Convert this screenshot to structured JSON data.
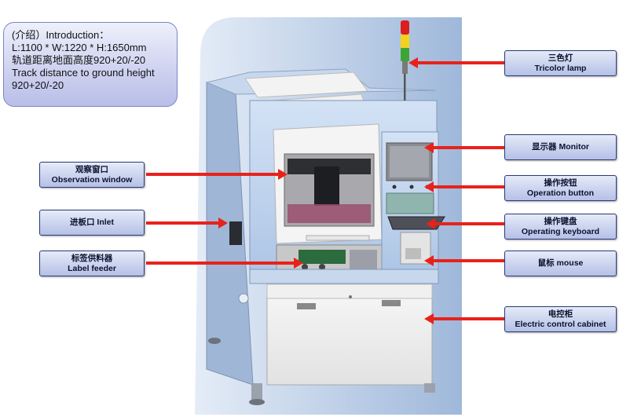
{
  "intro": {
    "lines": [
      "(介绍）Introduction：",
      "L:1100 * W:1220 * H:1650mm",
      "轨道距离地面高度920+20/-20",
      "Track distance to ground height",
      "920+20/-20"
    ]
  },
  "callouts": {
    "tricolor_lamp": {
      "cn": "三色灯",
      "en": "Tricolor lamp"
    },
    "monitor": {
      "cn": "显示器 Monitor",
      "en": ""
    },
    "operation_button": {
      "cn": "操作按钮",
      "en": "Operation button"
    },
    "operating_keyboard": {
      "cn": "操作键盘",
      "en": "Operating keyboard"
    },
    "mouse": {
      "cn": "鼠标 mouse",
      "en": ""
    },
    "electric_cabinet": {
      "cn": "电控柜",
      "en": "Electric control cabinet"
    },
    "observation_window": {
      "cn": "观察窗口",
      "en": "Observation window"
    },
    "inlet": {
      "cn": "进板口 Inlet",
      "en": ""
    },
    "label_feeder": {
      "cn": "标签供料器",
      "en": "Label feeder"
    }
  },
  "colors": {
    "arrow": "#e8221b",
    "machine_blue": "#bcd0ec",
    "machine_white": "#f4f4f4",
    "callout_border": "#2a3b78"
  }
}
